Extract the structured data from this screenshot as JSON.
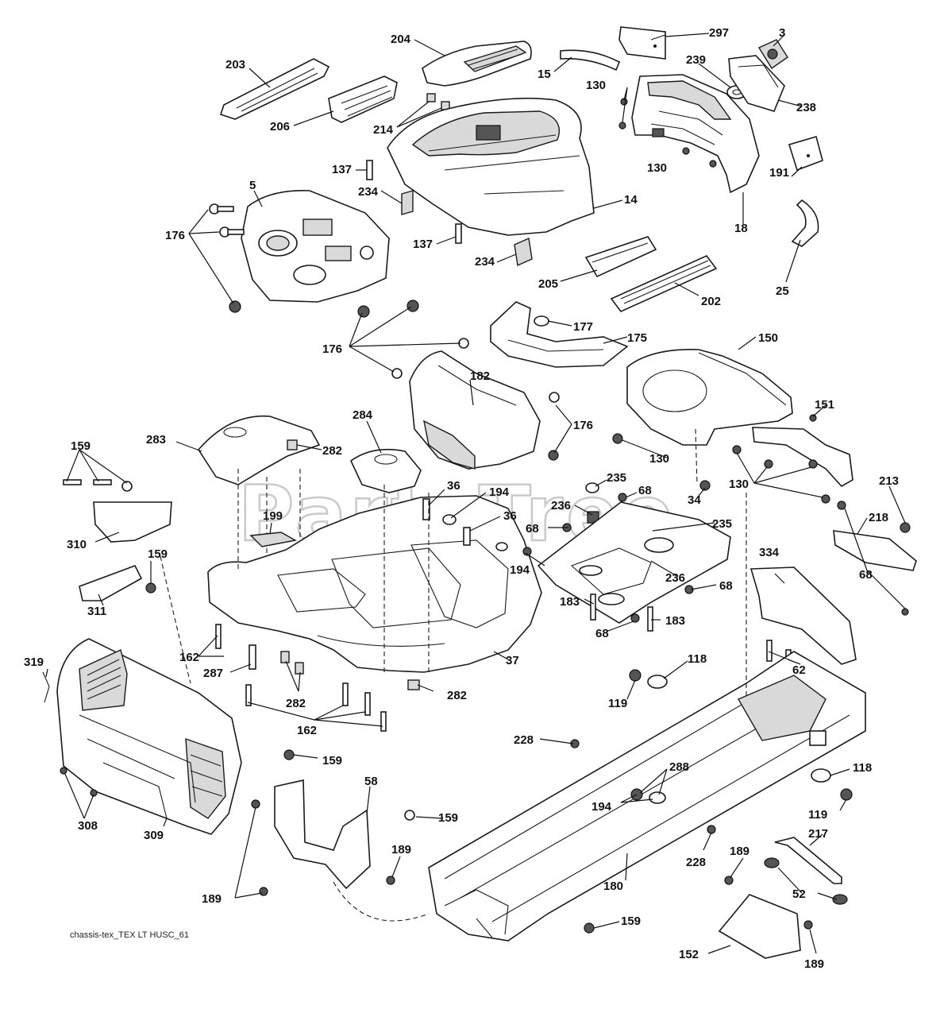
{
  "diagram": {
    "watermark": "PartsTree",
    "footer": "chassis-tex_TEX LT HUSC_61",
    "labels": [
      "203",
      "204",
      "297",
      "3",
      "15",
      "239",
      "238",
      "130",
      "130",
      "206",
      "214",
      "137",
      "5",
      "234",
      "14",
      "18",
      "191",
      "176",
      "137",
      "234",
      "205",
      "202",
      "25",
      "176",
      "177",
      "175",
      "150",
      "182",
      "176",
      "151",
      "283",
      "284",
      "282",
      "159",
      "36",
      "194",
      "235",
      "68",
      "236",
      "36",
      "68",
      "130",
      "130",
      "34",
      "213",
      "218",
      "199",
      "310",
      "159",
      "311",
      "194",
      "235",
      "334",
      "68",
      "236",
      "68",
      "183",
      "183",
      "68",
      "162",
      "287",
      "282",
      "37",
      "319",
      "118",
      "62",
      "119",
      "162",
      "282",
      "159",
      "228",
      "288",
      "118",
      "194",
      "119",
      "308",
      "58",
      "159",
      "189",
      "309",
      "189",
      "228",
      "217",
      "180",
      "189",
      "52",
      "159",
      "152",
      "189"
    ]
  }
}
